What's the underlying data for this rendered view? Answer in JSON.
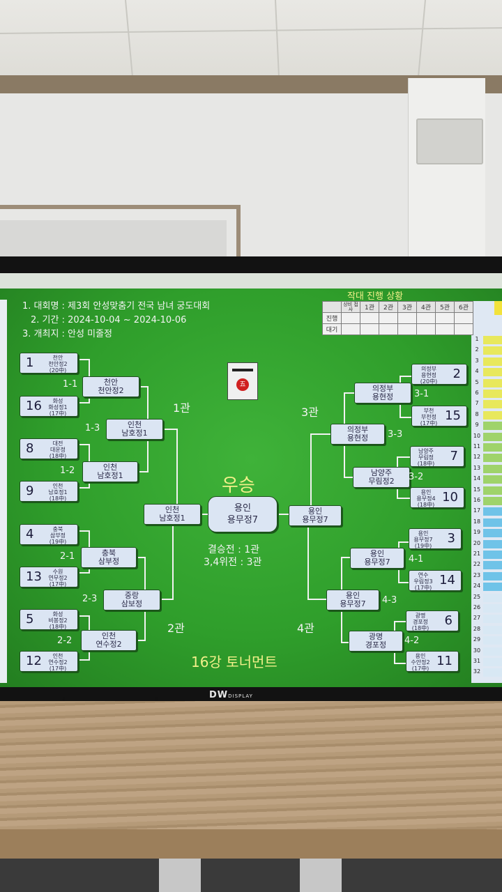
{
  "board": {
    "line1": "1. 대회명 : 제3회 안성맞춤기 전국 남녀 궁도대회",
    "line2": "2. 기간 : 2024-10-04 ~ 2024-10-06",
    "line3": "3. 개최지 : 안성 미줄정",
    "table_title": "작대 진행 상황",
    "table": {
      "header": [
        "상비\n접사",
        "1관",
        "2관",
        "3관",
        "4관",
        "5관",
        "6관"
      ],
      "rows": [
        "진행",
        "대기"
      ]
    },
    "champion_label": "우승",
    "champion_team": "용인\n용무정7",
    "final_info_1": "결승전 : 1관",
    "final_info_2": "3,4위전 : 3관",
    "footer": "16강 토너먼트",
    "zones": {
      "z1": "1관",
      "z2": "2관",
      "z3": "3관",
      "z4": "4관"
    },
    "emblem_char": "五"
  },
  "left_teams": [
    {
      "seed": "1",
      "name": "천안\n천안정2\n(20中)"
    },
    {
      "seed": "16",
      "name": "화성\n화성정1\n(17中)"
    },
    {
      "seed": "8",
      "name": "대전\n대운정\n(18中)"
    },
    {
      "seed": "9",
      "name": "인천\n남호정1\n(18中)"
    },
    {
      "seed": "4",
      "name": "충북\n삼부정\n(19中)"
    },
    {
      "seed": "13",
      "name": "수원\n연무정2\n(17中)"
    },
    {
      "seed": "5",
      "name": "화성\n비봉정2\n(18中)"
    },
    {
      "seed": "12",
      "name": "인천\n연수정2\n(17中)"
    }
  ],
  "right_teams": [
    {
      "seed": "2",
      "name": "의정부\n용현정\n(20中)"
    },
    {
      "seed": "15",
      "name": "부천\n부천정\n(17中)"
    },
    {
      "seed": "7",
      "name": "남양주\n무림정\n(18中)"
    },
    {
      "seed": "10",
      "name": "용인\n용무정4\n(18中)"
    },
    {
      "seed": "3",
      "name": "용인\n용무정7\n(19中)"
    },
    {
      "seed": "14",
      "name": "연수\n우림정3\n(17中)"
    },
    {
      "seed": "6",
      "name": "광명\n경포정\n(18中)"
    },
    {
      "seed": "11",
      "name": "용인\n수안정2\n(17中)"
    }
  ],
  "left_r1": [
    {
      "match": "1-1",
      "winner": "천안\n천안정2"
    },
    {
      "match": "1-2",
      "winner": "인천\n남호정1"
    },
    {
      "match": "2-1",
      "winner": "충북\n삼부정"
    },
    {
      "match": "2-2",
      "winner": "인천\n연수정2"
    }
  ],
  "left_r2": [
    {
      "match": "1-3",
      "winner": "인천\n남호정1"
    },
    {
      "match": "2-3",
      "winner": "중랑\n삼보정"
    }
  ],
  "left_semi": "인천\n남호정1",
  "right_r1": [
    {
      "match": "3-1",
      "winner": "의정부\n용현정"
    },
    {
      "match": "3-2",
      "winner": "남양주\n무림정2"
    },
    {
      "match": "4-1",
      "winner": "용인\n용무정7"
    },
    {
      "match": "4-2",
      "winner": "광명\n경포정"
    }
  ],
  "right_r2": [
    {
      "match": "3-3",
      "winner": "의정부\n용현정"
    },
    {
      "match": "4-3",
      "winner": "용인\n용무정7"
    }
  ],
  "right_semi": "용인\n용무정7",
  "tv_brand": "DW",
  "tv_brand_sub": "DISPLAY",
  "ranking_numbers": [
    "1",
    "2",
    "3",
    "4",
    "5",
    "6",
    "7",
    "8",
    "9",
    "10",
    "11",
    "12",
    "13",
    "14",
    "15",
    "16",
    "17",
    "18",
    "19",
    "20",
    "21",
    "22",
    "23",
    "24",
    "25",
    "26",
    "27",
    "28",
    "29",
    "30",
    "31",
    "32"
  ]
}
